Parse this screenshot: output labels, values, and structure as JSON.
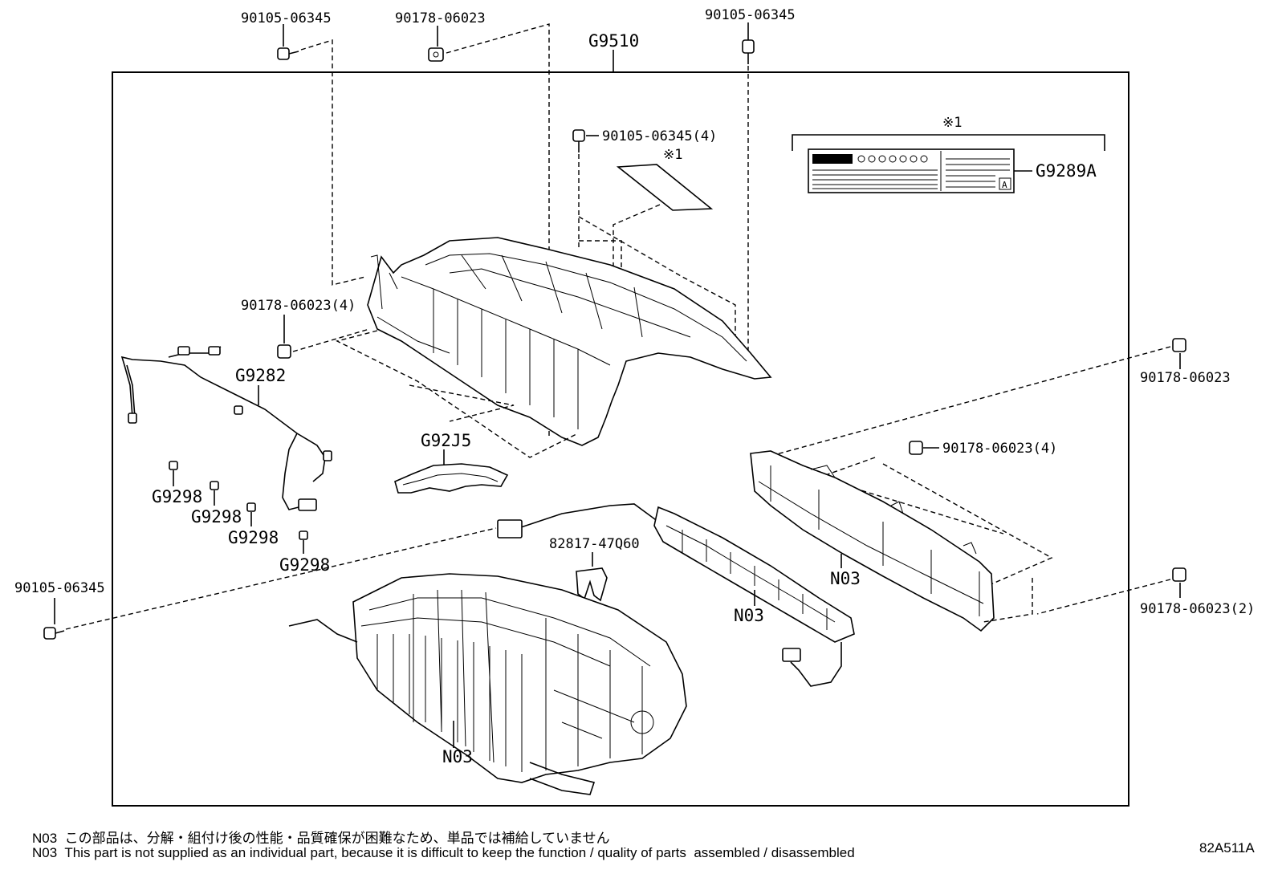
{
  "assembly_label": "G9510",
  "callouts": {
    "bolt_top_left": "90105-06345",
    "nut_top_center": "90178-06023",
    "bolt_top_right": "90105-06345",
    "bolt_cover": "90105-06345(4)",
    "mark_cover": "※1",
    "mark_label": "※1",
    "warning_label": "G9289A",
    "nut_bracket": "90178-06023(4)",
    "wire_harness": "G9282",
    "nut_right_top": "90178-06023",
    "plate": "G92J5",
    "nut_right_mid": "90178-06023(4)",
    "clamp_1": "G9298",
    "clamp_2": "G9298",
    "clamp_3": "G9298",
    "clamp_4": "G9298",
    "sensor": "82817-47Q60",
    "frame_right": "N03",
    "bus_bar": "N03",
    "nut_right_bottom": "90178-06023(2)",
    "bolt_left": "90105-06345",
    "battery_stack": "N03"
  },
  "label_badge": "A",
  "footnotes": {
    "jp": "N03  この部品は、分解・組付け後の性能・品質確保が困難なため、単品では補給していません",
    "en": "N03  This part is not supplied as an individual part, because it is difficult to keep the function / quality of parts  assembled / disassembled"
  },
  "diagram_id": "82A511A"
}
